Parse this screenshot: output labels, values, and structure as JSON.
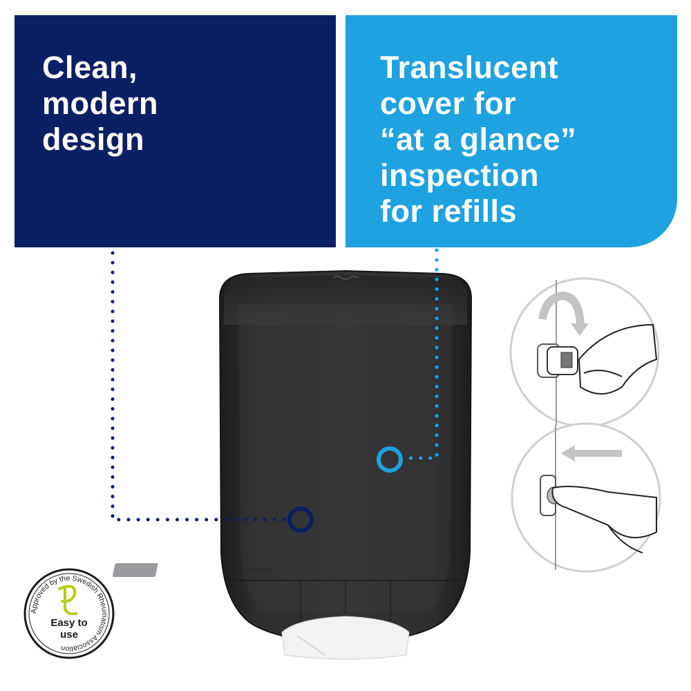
{
  "left_panel": {
    "text": "Clean,\nmodern\ndesign",
    "color": "#0b2063"
  },
  "right_panel": {
    "text": "Translucent\ncover for\n“at a glance”\ninspection\nfor refills",
    "color": "#1fa2e0"
  },
  "dispenser": {
    "brand": "TORK",
    "body_color": "#2c2c2e"
  },
  "badge": {
    "ring_text": "Approved by the Swedish Rheumatism Association",
    "center_text_line1": "Easy to",
    "center_text_line2": "use",
    "logo_color": "#b5cc18"
  },
  "instructions": [
    {
      "name": "rotate-key-step",
      "icon": "curved-arrow-icon"
    },
    {
      "name": "push-button-step",
      "icon": "left-arrow-icon"
    }
  ]
}
